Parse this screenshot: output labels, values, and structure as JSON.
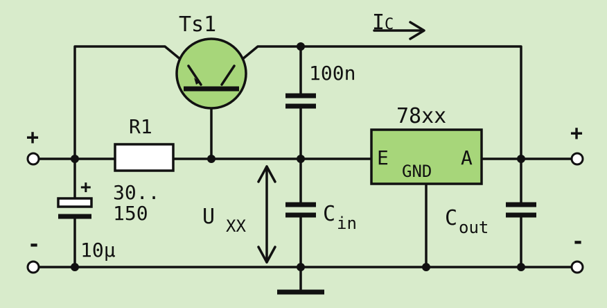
{
  "colors": {
    "background": "#d8ebcb",
    "component_fill": "#a7d67a",
    "ink": "#111111"
  },
  "labels": {
    "transistor": "Ts1",
    "collector_current_main": "I",
    "collector_current_sub": "C",
    "cap_top": "100n",
    "regulator": "78xx",
    "resistor": "R1",
    "resistor_value_1": "30..",
    "resistor_value_2": "150",
    "electrolytic_value": "10µ",
    "voltage_main": "U",
    "voltage_sub": "XX",
    "cin_main": "C",
    "cin_sub": "in",
    "cout_main": "C",
    "cout_sub": "out",
    "reg_input": "E",
    "reg_output": "A",
    "reg_gnd": "GND",
    "plus_left": "+",
    "minus_left": "-",
    "plus_right": "+",
    "minus_right": "-",
    "electrolytic_plus": "+"
  }
}
